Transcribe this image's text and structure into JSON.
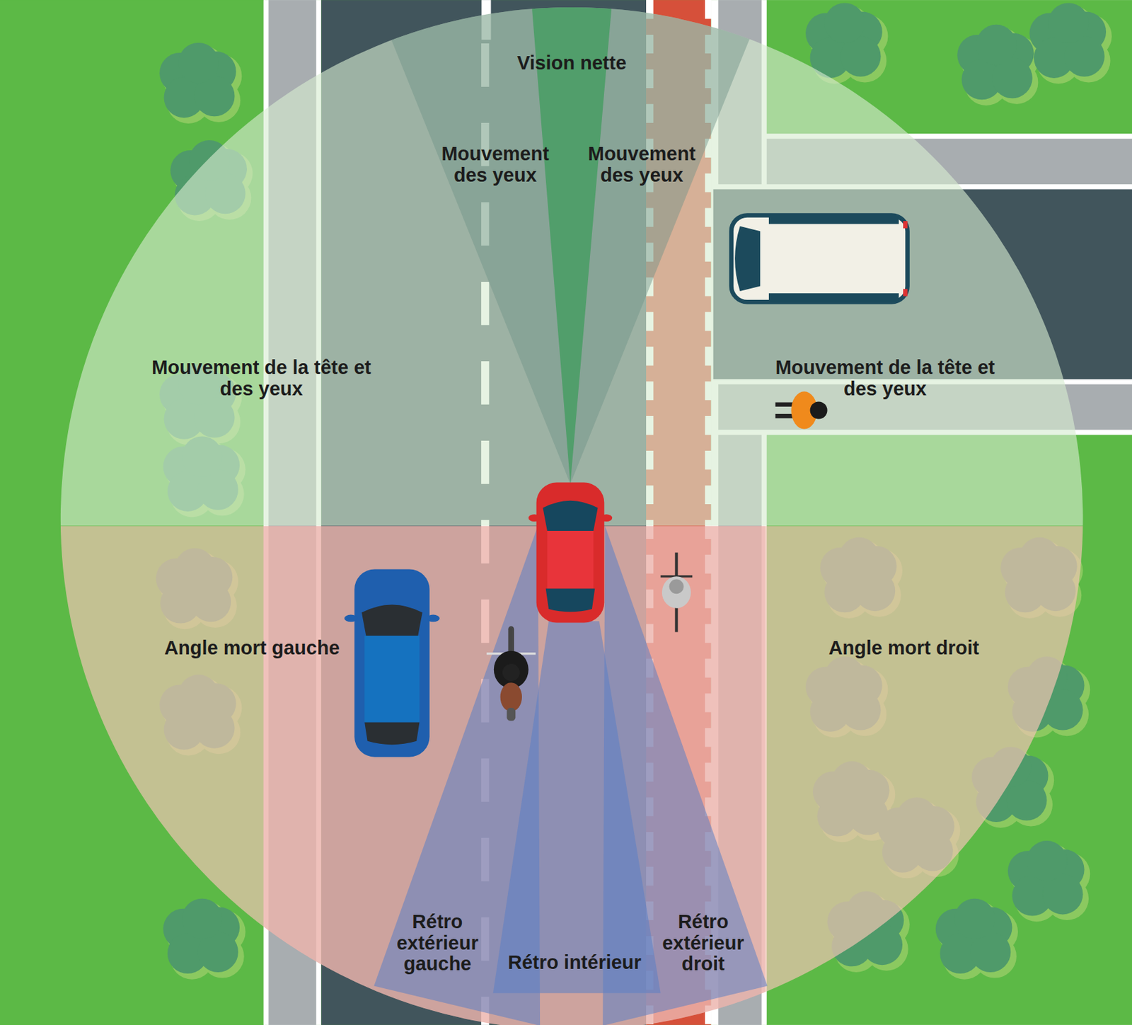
{
  "diagram": {
    "labels": [
      "Vision nette",
      "Mouvement des yeux",
      "Mouvement des yeux",
      "Mouvement de la tête et des yeux",
      "Mouvement de la tête et des yeux",
      "Angle mort gauche",
      "Angle mort droit",
      "Rétro extérieur gauche",
      "Rétro intérieur",
      "Rétro extérieur droit"
    ]
  }
}
